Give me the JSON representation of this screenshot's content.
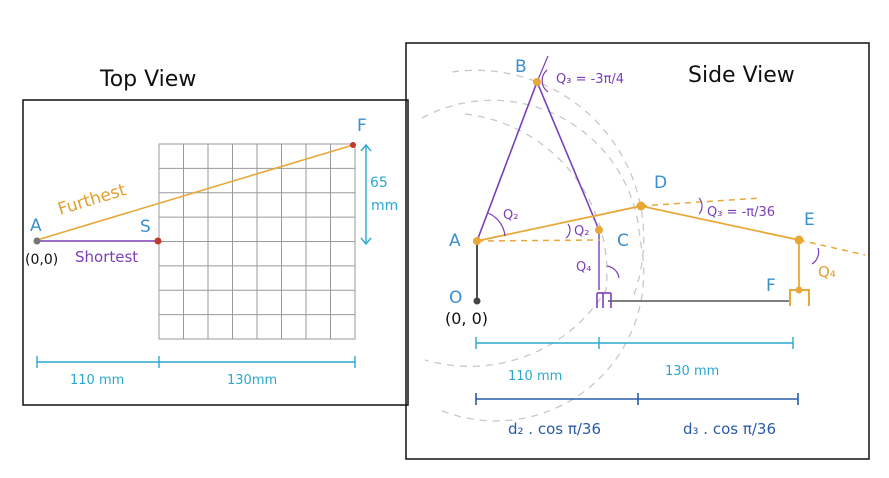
{
  "top_view": {
    "title": "Top View",
    "point_a": "A",
    "point_s": "S",
    "point_f": "F",
    "origin": "(0,0)",
    "furthest_label": "Furthest",
    "shortest_label": "Shortest",
    "height_value": "65",
    "height_unit": "mm",
    "dim_left": "110 mm",
    "dim_right": "130mm"
  },
  "side_view": {
    "title": "Side View",
    "point_b": "B",
    "point_a": "A",
    "point_c": "C",
    "point_d": "D",
    "point_e": "E",
    "point_f": "F",
    "point_o": "O",
    "origin": "(0, 0)",
    "q3_top": "Q₃ = -3π/4",
    "q2_left": "Q₂",
    "q2_right": "Q₂",
    "q3_right": "Q₃ = -π/36",
    "q4_left": "Q₄",
    "q4_right": "Q₄",
    "dim_left": "110 mm",
    "dim_right": "130 mm",
    "formula_left": "d₂ . cos π/36",
    "formula_right": "d₃ . cos π/36"
  },
  "colors": {
    "orange": "#e8a838",
    "purple": "#7a3fb8",
    "teal": "#2aa8cf",
    "blue": "#3a8fd0",
    "navy": "#2a5aa8",
    "grid": "#9a9a9a",
    "dashed_circle": "#c8c8c8",
    "red_point": "#c0392b"
  }
}
